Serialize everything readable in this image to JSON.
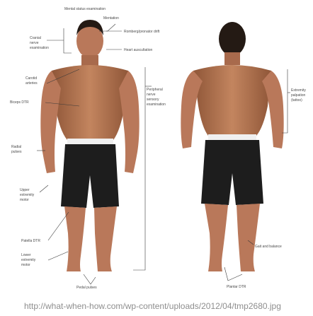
{
  "labels": {
    "mental_status": "Mental status examination",
    "mentation": "Mentation",
    "cranial_nerve_1": "Cranial",
    "cranial_nerve_2": "nerve",
    "cranial_nerve_3": "examination",
    "romberg": "Romberg/pronator drift",
    "heart": "Heart auscultation",
    "carotid_1": "Carotid",
    "carotid_2": "arteries",
    "biceps": "Biceps DTR",
    "radial_1": "Radial",
    "radial_2": "pulses",
    "upper_1": "Upper",
    "upper_2": "extremity",
    "upper_3": "motor",
    "peripheral_1": "Peripheral",
    "peripheral_2": "nerve",
    "peripheral_3": "sensory",
    "peripheral_4": "examination",
    "patella": "Patella DTR",
    "lower_1": "Lower",
    "lower_2": "extremity",
    "lower_3": "motor",
    "pedal": "Pedal pulses",
    "extremity_1": "Extremity",
    "extremity_2": "palpation",
    "extremity_3": "(tattoo)",
    "gait": "Gait and balance",
    "plantar": "Plantar DTR"
  },
  "source_url": "http://what-when-how.com/wp-content/uploads/2012/04/tmp2680.jpg",
  "colors": {
    "skin": "#b9785a",
    "skin_dark": "#8f5638",
    "hair": "#241a14",
    "shorts": "#1d1d1d",
    "waistband": "#f0f0f0",
    "line": "#3a3a3a",
    "label": "#4a4a4a",
    "url": "#8e8e8e"
  }
}
